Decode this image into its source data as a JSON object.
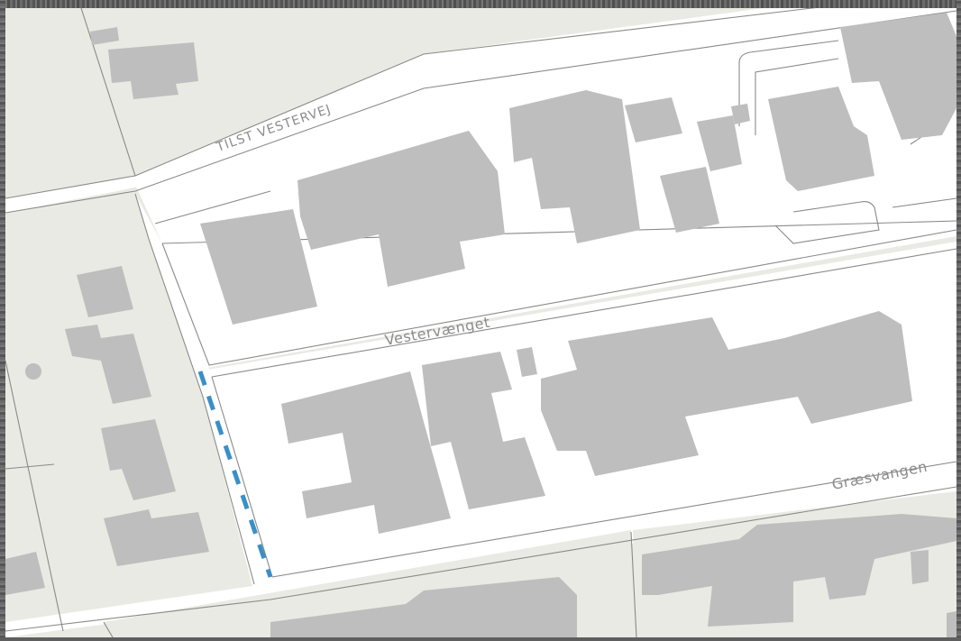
{
  "map": {
    "streets": [
      {
        "name": "TILST VESTERVEJ"
      },
      {
        "name": "Vestervænget"
      },
      {
        "name": "Græsvangen"
      }
    ],
    "colors": {
      "background_land": "#e9eae3",
      "block_white": "#ffffff",
      "building": "#bebebe",
      "boundary": "#8a8a88",
      "route_highlight": "#3a8fc7",
      "label": "#8c8c8c"
    },
    "route_highlight": {
      "style": "dashed",
      "color": "#3a8fc7"
    }
  }
}
